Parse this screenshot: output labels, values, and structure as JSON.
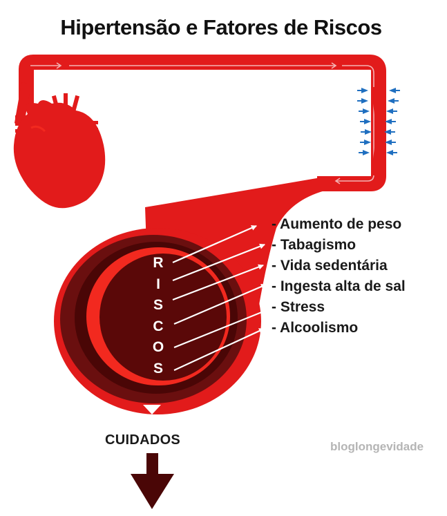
{
  "title": "Hipertensão e Fatores de Riscos",
  "risk_word_letters": [
    "R",
    "I",
    "S",
    "C",
    "O",
    "S"
  ],
  "risk_factors": [
    "- Aumento de peso",
    "- Tabagismo",
    "- Vida sedentária",
    "- Ingesta alta de sal",
    "- Stress",
    "- Alcoolismo"
  ],
  "outcome_label": "CUIDADOS",
  "watermark": "bloglongevidade",
  "colors": {
    "artery_red": "#e21b1b",
    "bright_red": "#f2291f",
    "dark_maroon": "#6a0f0f",
    "deep_maroon": "#4a0606",
    "lumen": "#5a0808",
    "pressure_arrows": "#1f6fc0",
    "flow_arrows": "#f3b4b4"
  },
  "icons": [
    "heart-icon",
    "artery-cross-section",
    "pressure-arrows-icon",
    "down-arrow-icon"
  ]
}
